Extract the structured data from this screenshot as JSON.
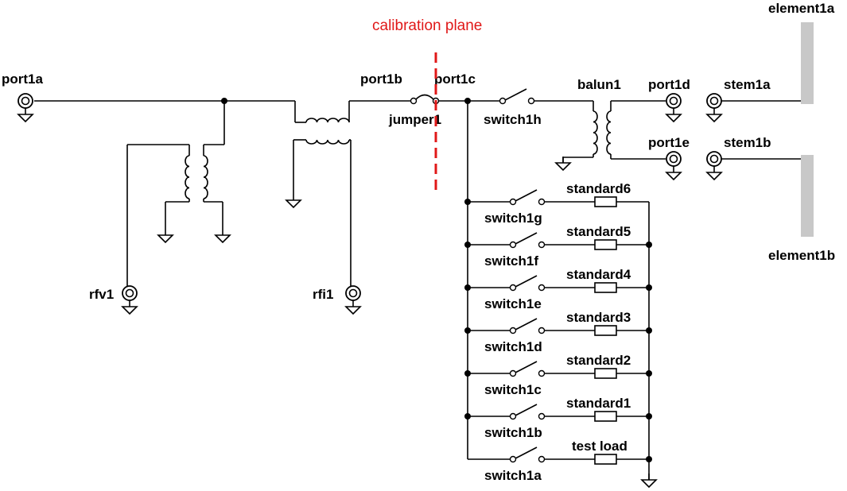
{
  "labels": {
    "calibration_plane": "calibration plane",
    "port1a": "port1a",
    "port1b": "port1b",
    "port1c": "port1c",
    "port1d": "port1d",
    "port1e": "port1e",
    "jumper1": "jumper1",
    "switch1h": "switch1h",
    "balun1": "balun1",
    "stem1a": "stem1a",
    "stem1b": "stem1b",
    "element1a": "element1a",
    "element1b": "element1b",
    "rfv1": "rfv1",
    "rfi1": "rfi1",
    "switch1g": "switch1g",
    "switch1f": "switch1f",
    "switch1e": "switch1e",
    "switch1d": "switch1d",
    "switch1c": "switch1c",
    "switch1b": "switch1b",
    "switch1a": "switch1a",
    "standard6": "standard6",
    "standard5": "standard5",
    "standard4": "standard4",
    "standard3": "standard3",
    "standard2": "standard2",
    "standard1": "standard1",
    "test_load": "test load"
  },
  "colors": {
    "wire": "#000000",
    "calibration_plane": "#e01818",
    "antenna_element": "#c8c8c8"
  }
}
